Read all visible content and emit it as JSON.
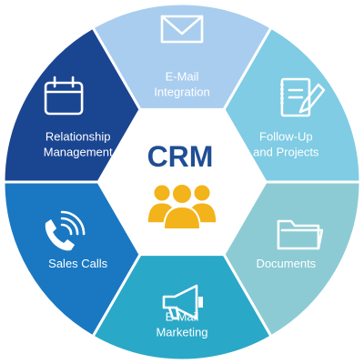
{
  "center": {
    "title": "CRM",
    "icon": "people-group-icon"
  },
  "segments": [
    {
      "id": "email-integration",
      "lines": [
        "E-Mail",
        "Integration"
      ],
      "icon": "envelope-icon",
      "color": "#a9cdef"
    },
    {
      "id": "follow-up",
      "lines": [
        "Follow-Up",
        "and Projects"
      ],
      "icon": "notepad-pencil-icon",
      "color": "#7fcce4"
    },
    {
      "id": "documents",
      "lines": [
        "Documents"
      ],
      "icon": "folder-icon",
      "color": "#8ccbd4"
    },
    {
      "id": "email-marketing",
      "lines": [
        "E-Mail",
        "Marketing"
      ],
      "icon": "megaphone-icon",
      "color": "#2aa8c8"
    },
    {
      "id": "sales-calls",
      "lines": [
        "Sales Calls"
      ],
      "icon": "phone-call-icon",
      "color": "#1a78c2"
    },
    {
      "id": "relationship-management",
      "lines": [
        "Relationship",
        "Management"
      ],
      "icon": "calendar-icon",
      "color": "#1a4591"
    }
  ],
  "colors": {
    "accent_gold": "#f3b31a",
    "title_blue": "#1f4e93",
    "divider": "#ffffff"
  }
}
